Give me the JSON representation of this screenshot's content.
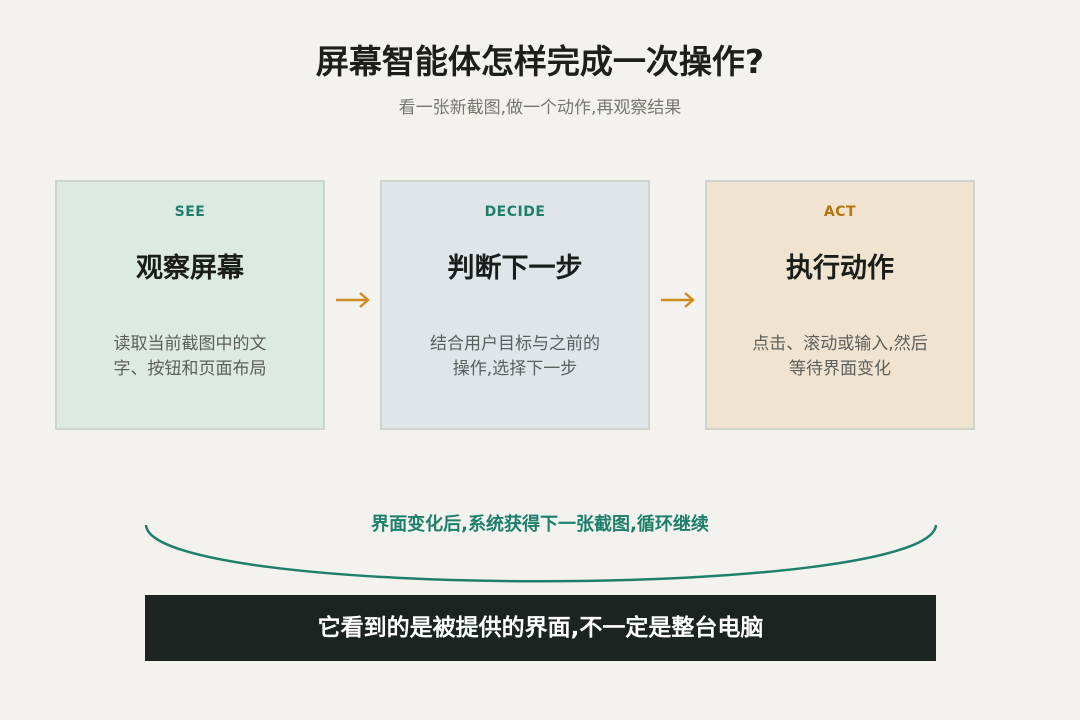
{
  "title": "屏幕智能体怎样完成一次操作?",
  "subtitle": "看一张新截图,做一个动作,再观察结果",
  "steps": [
    {
      "tag": "SEE",
      "heading": "观察屏幕",
      "desc": "读取当前截图中的文字、按钮和页面布局"
    },
    {
      "tag": "DECIDE",
      "heading": "判断下一步",
      "desc": "结合用户目标与之前的操作,选择下一步"
    },
    {
      "tag": "ACT",
      "heading": "执行动作",
      "desc": "点击、滚动或输入,然后等待界面变化"
    }
  ],
  "loop_label": "界面变化后,系统获得下一张截图,循环继续",
  "banner": "它看到的是被提供的界面,不一定是整台电脑",
  "colors": {
    "background": "#f3f2ee",
    "see_card": "#dde9e3",
    "decide_card": "#e0e5ea",
    "act_card": "#f0e4d0",
    "teal_accent": "#1e806b",
    "orange_accent": "#b8740e",
    "arrow": "#d08a1e",
    "banner_bg": "#1b2421"
  }
}
